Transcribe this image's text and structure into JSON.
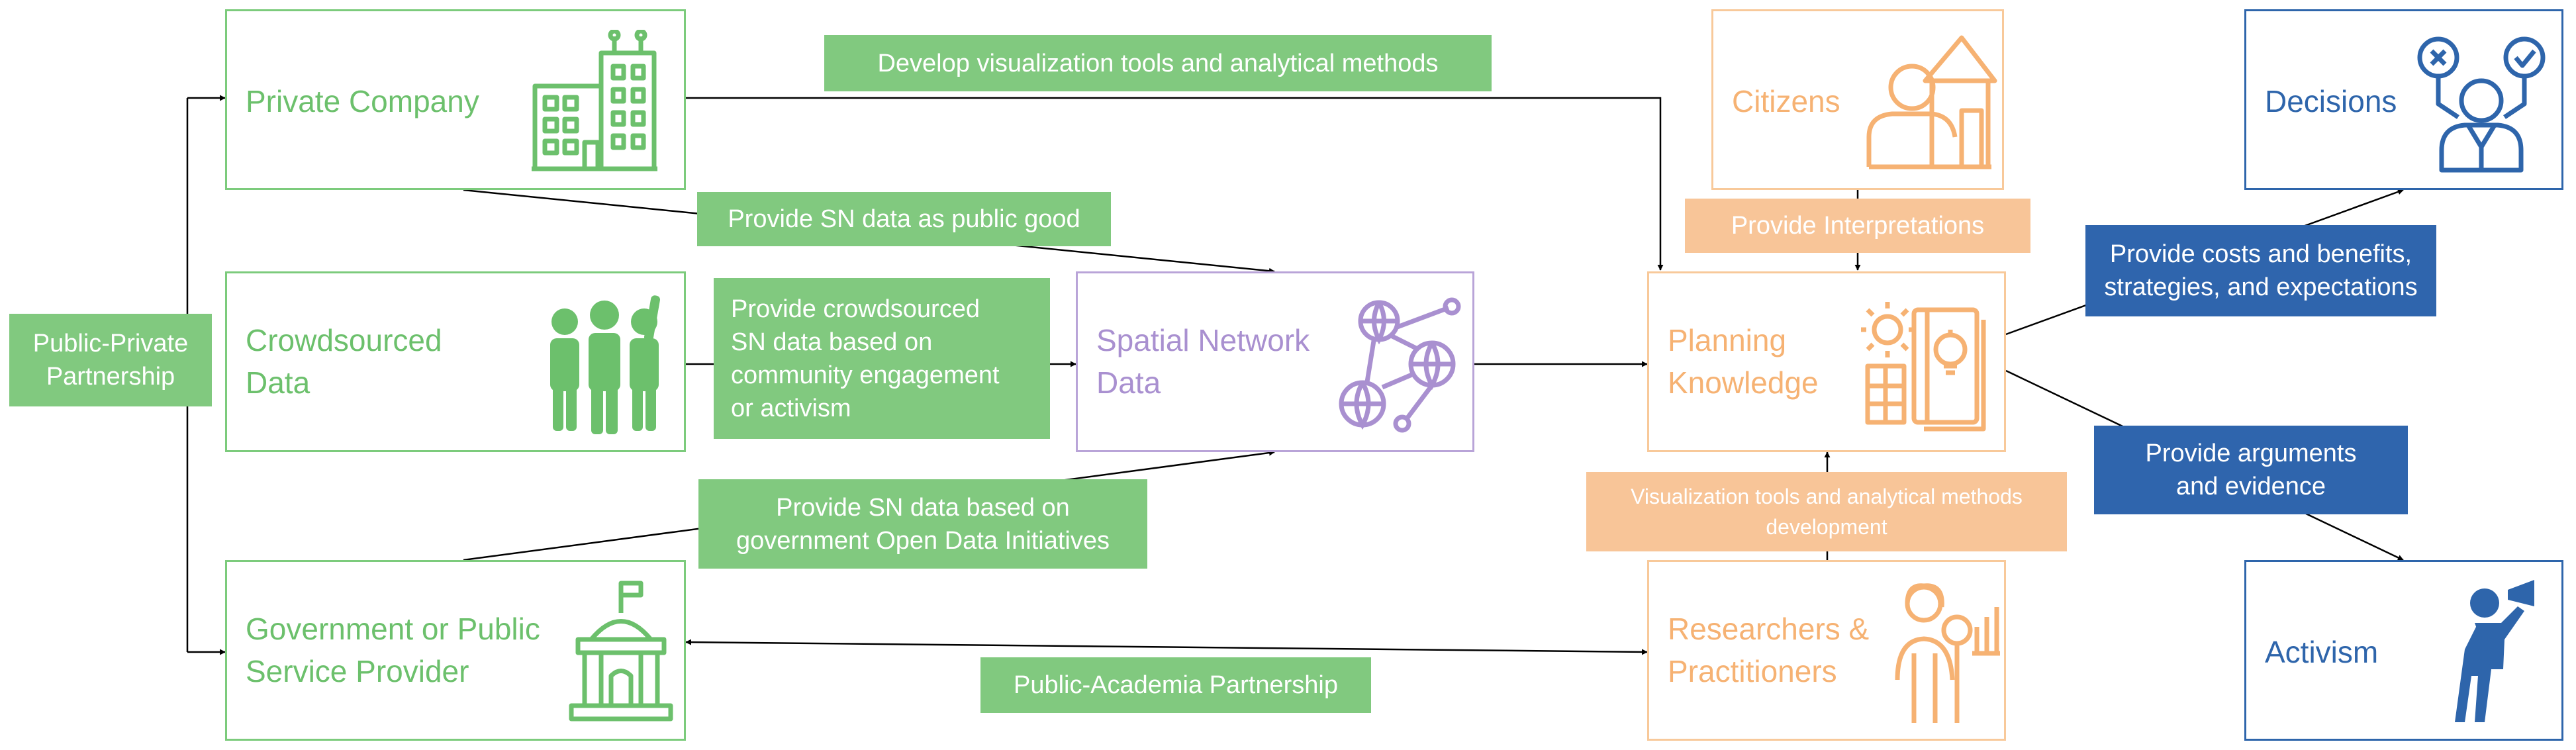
{
  "nodes": {
    "private_company": "Private Company",
    "crowdsourced_data": "Crowdsourced\nData",
    "government": "Government or Public\nService Provider",
    "spatial_network_data": "Spatial Network\nData",
    "citizens": "Citizens",
    "planning_knowledge": "Planning\nKnowledge",
    "researchers": "Researchers &\nPractitioners",
    "decisions": "Decisions",
    "activism": "Activism"
  },
  "edge_labels": {
    "public_private": "Public-Private\nPartnership",
    "develop_tools": "Develop visualization tools and analytical methods",
    "sn_public_good": "Provide SN data as public good",
    "crowdsourced_sn": "Provide crowdsourced\nSN data based on\ncommunity engagement\nor activism",
    "open_data": "Provide SN data based on\ngovernment Open Data Initiatives",
    "public_academia": "Public-Academia Partnership",
    "interpretations": "Provide Interpretations",
    "tools_development": "Visualization tools and analytical methods\ndevelopment",
    "costs_benefits": "Provide costs and benefits,\nstrategies, and expectations",
    "arguments": "Provide arguments\nand evidence"
  },
  "colors": {
    "green": "#7ccb7c",
    "purple": "#b9a4d8",
    "orange": "#f8c99a",
    "blue": "#2e65ab"
  },
  "icons": [
    "buildings-icon",
    "crowd-icon",
    "government-building-icon",
    "network-globe-icon",
    "citizen-house-icon",
    "knowledge-book-icon",
    "researcher-icon",
    "decision-person-icon",
    "activist-megaphone-icon"
  ]
}
